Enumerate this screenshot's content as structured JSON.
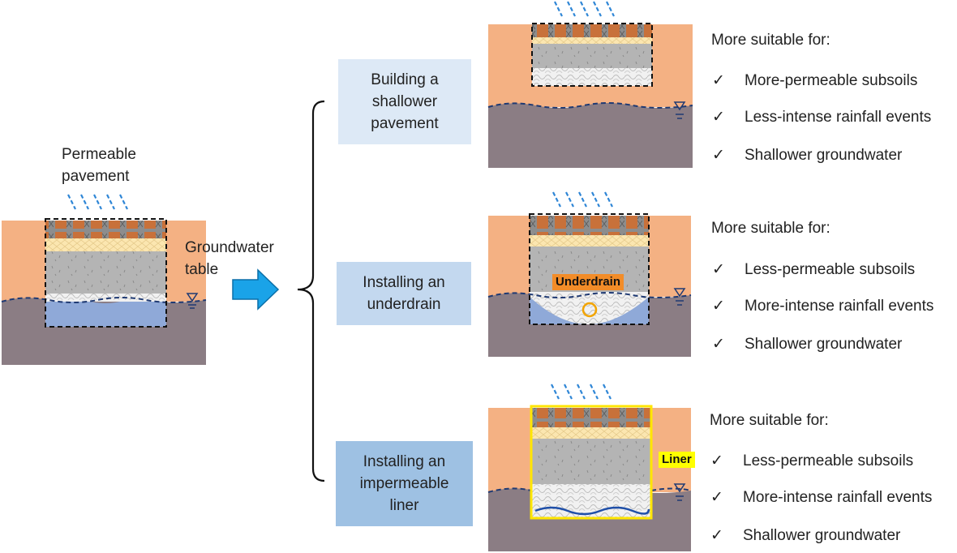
{
  "left_panel": {
    "title_line1": "Permeable",
    "title_line2": "pavement",
    "gw_line1": "Groundwater",
    "gw_line2": "table"
  },
  "options": [
    {
      "label_lines": [
        "Building a",
        "shallower",
        "pavement"
      ],
      "box_color": "#dde9f6",
      "suitable_title": "More suitable for:",
      "items": [
        "More-permeable subsoils",
        "Less-intense rainfall events",
        "Shallower groundwater"
      ]
    },
    {
      "label_lines": [
        "Installing an",
        "underdrain"
      ],
      "box_color": "#c3d8ef",
      "tag": "Underdrain",
      "suitable_title": "More suitable for:",
      "items": [
        "Less-permeable subsoils",
        "More-intense rainfall events",
        "Shallower groundwater"
      ]
    },
    {
      "label_lines": [
        "Installing an",
        "impermeable",
        "liner"
      ],
      "box_color": "#9ec1e3",
      "tag": "Liner",
      "suitable_title": "More suitable for:",
      "items": [
        "Less-permeable subsoils",
        "More-intense rainfall events",
        "Shallower groundwater"
      ]
    }
  ],
  "check_mark": "✓",
  "colors": {
    "soil_top": "#f4b183",
    "soil_bottom": "#8b7d84",
    "groundwater": "#8fa9d8",
    "pavers": "#c8713a",
    "bedding": "#fbe6b0",
    "base": "#b0b0b0",
    "subbase": "#eaeaea",
    "rain": "#2f86d6",
    "arrow": "#1aa3e8",
    "underdrain_tag": "#f28c28",
    "liner_tag": "#ffff00",
    "liner": "#ffe600"
  }
}
